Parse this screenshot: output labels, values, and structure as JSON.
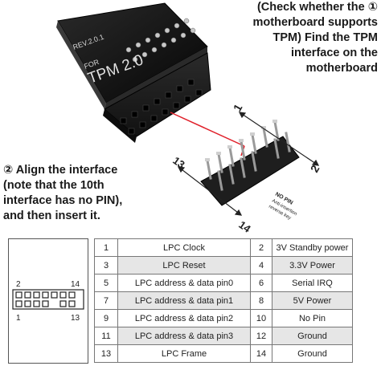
{
  "step1": {
    "marker": "①",
    "lines": [
      "(Check whether the",
      "motherboard supports",
      "TPM) Find the TPM",
      "interface on the",
      "motherboard"
    ]
  },
  "step2": {
    "marker": "②",
    "lines": [
      "Align the interface",
      "(note that the 10th",
      "interface has no PIN),",
      "and then insert it."
    ]
  },
  "module": {
    "board_text_1": "REV.2.0.1",
    "board_text_2": "FOR",
    "board_text_3": "TPM 2.0"
  },
  "header_labels": {
    "pin1": "1",
    "pin2": "2",
    "pin13": "13",
    "pin14": "14",
    "no_pin": "NO PIN",
    "anti_insertion_1": "Anti-insertion",
    "anti_insertion_2": "reverse key"
  },
  "pinout_diagram": {
    "top_left": "2",
    "top_right": "14",
    "bottom_left": "1",
    "bottom_right": "13"
  },
  "pin_table": [
    {
      "pin_a": "1",
      "desc_a": "LPC Clock",
      "pin_b": "2",
      "desc_b": "3V Standby power"
    },
    {
      "pin_a": "3",
      "desc_a": "LPC Reset",
      "pin_b": "4",
      "desc_b": "3.3V Power"
    },
    {
      "pin_a": "5",
      "desc_a": "LPC address & data pin0",
      "pin_b": "6",
      "desc_b": "Serial IRQ"
    },
    {
      "pin_a": "7",
      "desc_a": "LPC address & data pin1",
      "pin_b": "8",
      "desc_b": "5V Power"
    },
    {
      "pin_a": "9",
      "desc_a": "LPC address & data pin2",
      "pin_b": "10",
      "desc_b": "No Pin"
    },
    {
      "pin_a": "11",
      "desc_a": "LPC address & data pin3",
      "pin_b": "12",
      "desc_b": "Ground"
    },
    {
      "pin_a": "13",
      "desc_a": "LPC Frame",
      "pin_b": "14",
      "desc_b": "Ground"
    }
  ],
  "colors": {
    "board": "#111111",
    "connector": "#1c1c1c",
    "pin_gold": "#b9b9b9",
    "red_line": "#e0202a",
    "row_grey": "#e6e6e6"
  }
}
